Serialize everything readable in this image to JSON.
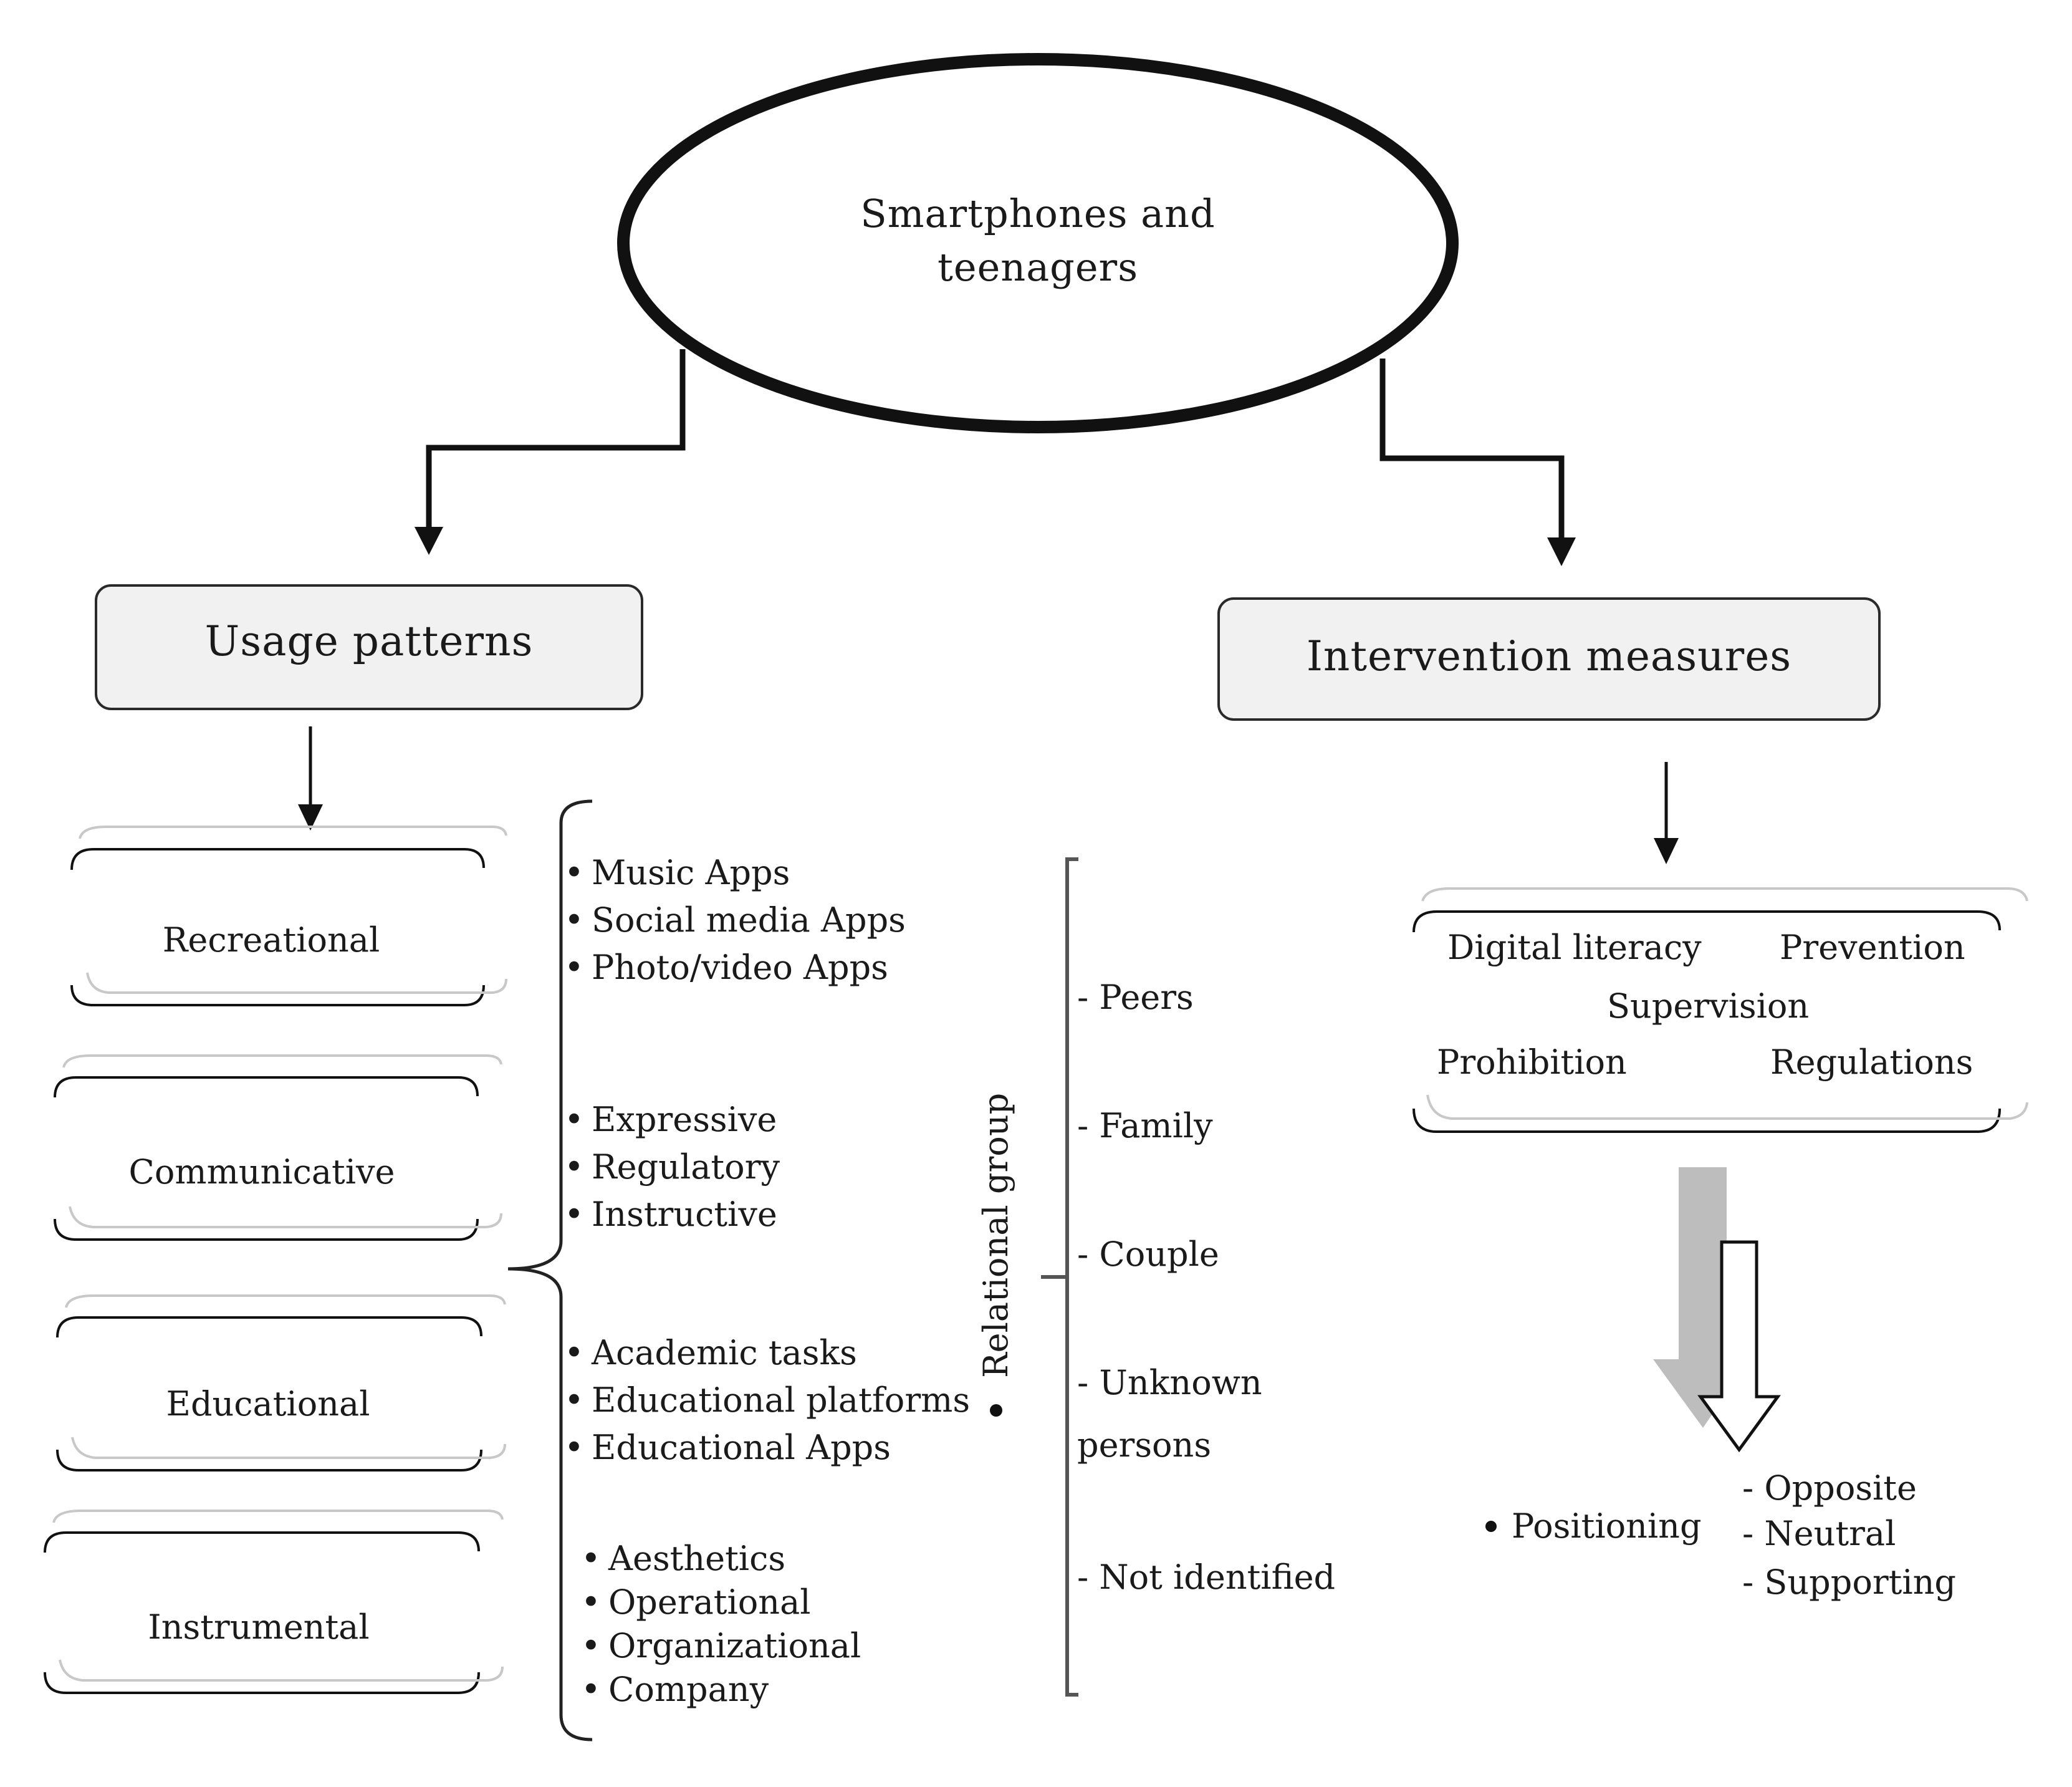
{
  "root": {
    "line1": "Smartphones and",
    "line2": "teenagers"
  },
  "usage": {
    "title": "Usage patterns",
    "categories": [
      {
        "label": "Recreational",
        "items": [
          "Music Apps",
          "Social media Apps",
          "Photo/video Apps"
        ]
      },
      {
        "label": "Communicative",
        "items": [
          "Expressive",
          "Regulatory",
          "Instructive"
        ]
      },
      {
        "label": "Educational",
        "items": [
          "Academic tasks",
          "Educational platforms",
          "Educational Apps"
        ]
      },
      {
        "label": "Instrumental",
        "items": [
          "Aesthetics",
          "Operational",
          "Organizational",
          "Company"
        ]
      }
    ]
  },
  "relational": {
    "label": "Relational  group",
    "members": [
      "- Peers",
      "- Family",
      "- Couple",
      "- Unknown",
      "persons",
      "- Not identified"
    ]
  },
  "intervention": {
    "title": "Intervention measures",
    "measures": [
      "Digital literacy",
      "Prevention",
      "Supervision",
      "Prohibition",
      "Regulations"
    ],
    "positioning": {
      "label": "Positioning",
      "options": [
        "- Opposite",
        "- Neutral",
        "- Supporting"
      ]
    }
  }
}
